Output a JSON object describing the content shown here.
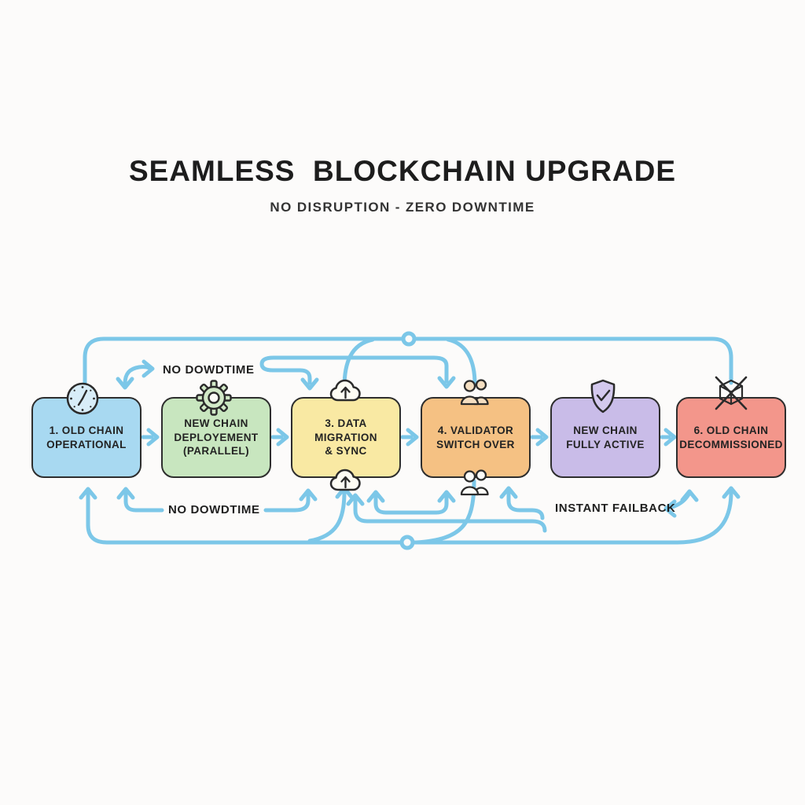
{
  "header": {
    "title": "SEAMLESS  BLOCKCHAIN UPGRADE",
    "subtitle": "NO DISRUPTION - ZERO DOWNTIME"
  },
  "steps": [
    {
      "label": "1. OLD CHAIN\nOPERATIONAL",
      "icon": "clock-icon",
      "color": "#a8d9f1"
    },
    {
      "label": "NEW CHAIN\nDEPLOYEMENT\n(PARALLEL)",
      "icon": "gear-icon",
      "color": "#c8e6bf"
    },
    {
      "label": "3. DATA\nMIGRATION\n& SYNC",
      "icon": "cloud-upload-icon",
      "color": "#f9e9a3"
    },
    {
      "label": "4. VALIDATOR\nSWITCH OVER",
      "icon": "people-icon",
      "color": "#f5c183"
    },
    {
      "label": "NEW CHAIN\nFULLY ACTIVE",
      "icon": "shield-check-icon",
      "color": "#c9bce8"
    },
    {
      "label": "6. OLD CHAIN\nDECOMMISSIONED",
      "icon": "decommission-cube-icon",
      "color": "#f3968b"
    }
  ],
  "flow_labels": {
    "top_no_downtime": "NO DOWDTIME",
    "bottom_no_downtime": "NO DOWDTIME",
    "instant_failback": "INSTANT FAILBACK"
  },
  "colors": {
    "connector": "#7cc7e8",
    "box_border": "#2e2e2e",
    "text": "#232323",
    "background": "#fcfbfa"
  }
}
